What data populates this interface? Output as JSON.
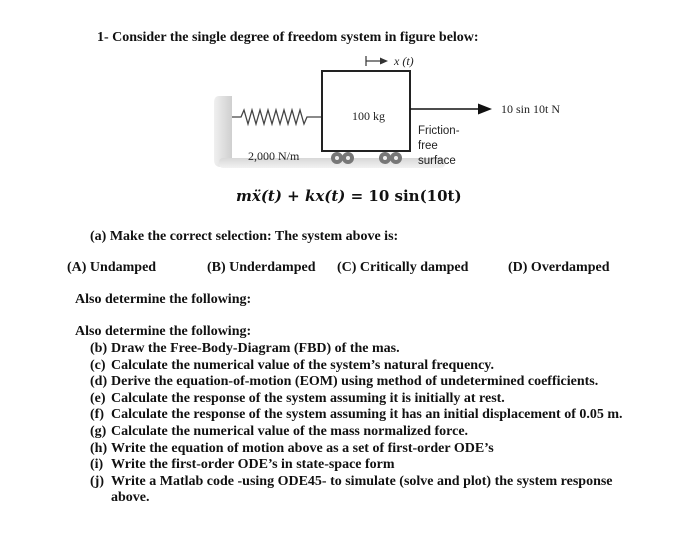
{
  "question": {
    "title": "1-  Consider the single degree of freedom system in figure below:"
  },
  "figure": {
    "displacement_label": "x (t)",
    "mass_label": "100 kg",
    "force_label": "10 sin 10t N",
    "spring_label": "2,000 N/m",
    "surface_label_lines": [
      "Friction-",
      "free",
      "surface"
    ]
  },
  "equation": {
    "lhs": "mẍ(t) + kx(t)",
    "rhs": " = 10 sin(10t)"
  },
  "part_a": {
    "prompt": "(a) Make the correct selection: The system above is:",
    "options": [
      "(A) Undamped",
      "(B) Underdamped",
      "(C) Critically damped",
      "(D) Overdamped"
    ]
  },
  "also_determine_1": "Also determine the following:",
  "also_determine_2": "Also determine the following:",
  "parts": [
    {
      "label": "(b)",
      "text": "Draw the Free-Body-Diagram (FBD) of the mas."
    },
    {
      "label": "(c)",
      "text": "Calculate the numerical value of the system’s natural frequency."
    },
    {
      "label": "(d)",
      "text": "Derive the equation-of-motion (EOM) using method of undetermined coefficients."
    },
    {
      "label": "(e)",
      "text": "Calculate the response of the system assuming it is initially at rest."
    },
    {
      "label": "(f)",
      "text": "Calculate the response of the system assuming it has an initial displacement of 0.05 m."
    },
    {
      "label": "(g)",
      "text": "Calculate the numerical value of the mass normalized force."
    },
    {
      "label": "(h)",
      "text": "Write the equation of motion above as a set of first-order ODE’s"
    },
    {
      "label": "(i)",
      "text": "Write the first-order ODE’s in state-space form"
    },
    {
      "label": "(j)",
      "text": "Write a Matlab code -using ODE45- to simulate (solve and plot) the system response above."
    }
  ]
}
